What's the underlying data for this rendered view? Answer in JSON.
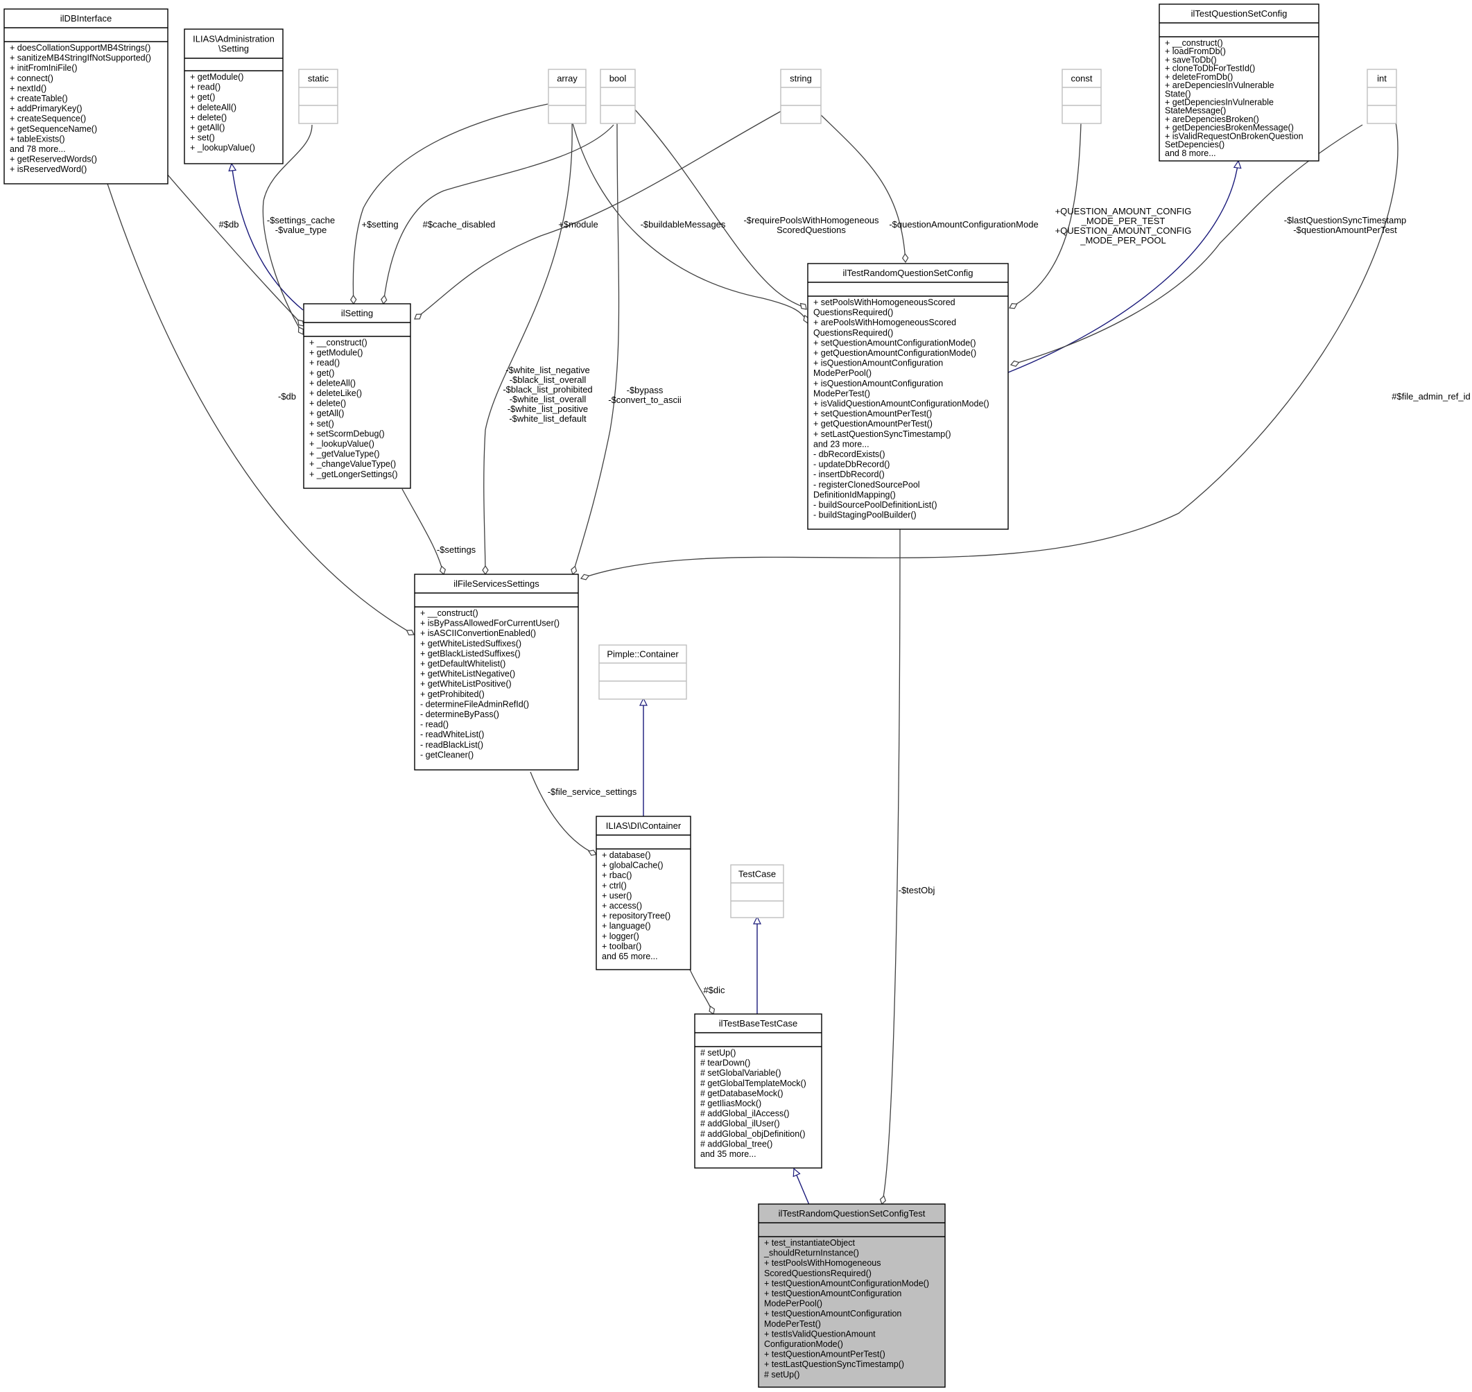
{
  "classes": {
    "ilDBInterface": {
      "title": [
        "ilDBInterface"
      ],
      "members": [
        "+ doesCollationSupportMB4Strings()",
        "+ sanitizeMB4StringIfNotSupported()",
        "+ initFromIniFile()",
        "+ connect()",
        "+ nextId()",
        "+ createTable()",
        "+ addPrimaryKey()",
        "+ createSequence()",
        "+ getSequenceName()",
        "+ tableExists()",
        "and 78 more...",
        "+ getReservedWords()",
        "+ isReservedWord()"
      ]
    },
    "ilias_setting": {
      "title": [
        "ILIAS\\Administration",
        "\\Setting"
      ],
      "members": [
        "+ getModule()",
        "+ read()",
        "+ get()",
        "+ deleteAll()",
        "+ delete()",
        "+ getAll()",
        "+ set()",
        "+ _lookupValue()"
      ]
    },
    "static": {
      "title": [
        "static"
      ],
      "members": []
    },
    "array": {
      "title": [
        "array"
      ],
      "members": []
    },
    "bool": {
      "title": [
        "bool"
      ],
      "members": []
    },
    "string": {
      "title": [
        "string"
      ],
      "members": []
    },
    "const": {
      "title": [
        "const"
      ],
      "members": []
    },
    "int": {
      "title": [
        "int"
      ],
      "members": []
    },
    "ilTestQuestionSetConfig": {
      "title": [
        "ilTestQuestionSetConfig"
      ],
      "members": [
        "+ __construct()",
        "+ loadFromDb()",
        "+ saveToDb()",
        "+ cloneToDbForTestId()",
        "+ deleteFromDb()",
        "+ areDepenciesInVulnerable",
        "State()",
        "+ getDepenciesInVulnerable",
        "StateMessage()",
        "+ areDepenciesBroken()",
        "+ getDepenciesBrokenMessage()",
        "+ isValidRequestOnBrokenQuestion",
        "SetDepencies()",
        "and 8 more..."
      ]
    },
    "ilSetting": {
      "title": [
        "ilSetting"
      ],
      "members": [
        "+ __construct()",
        "+ getModule()",
        "+ read()",
        "+ get()",
        "+ deleteAll()",
        "+ deleteLike()",
        "+ delete()",
        "+ getAll()",
        "+ set()",
        "+ setScormDebug()",
        "+ _lookupValue()",
        "+ _getValueType()",
        "+ _changeValueType()",
        "+ _getLongerSettings()"
      ]
    },
    "ilTestRandomQuestionSetConfig": {
      "title": [
        "ilTestRandomQuestionSetConfig"
      ],
      "members": [
        "+ setPoolsWithHomogeneousScored",
        "QuestionsRequired()",
        "+ arePoolsWithHomogeneousScored",
        "QuestionsRequired()",
        "+ setQuestionAmountConfigurationMode()",
        "+ getQuestionAmountConfigurationMode()",
        "+ isQuestionAmountConfiguration",
        "ModePerPool()",
        "+ isQuestionAmountConfiguration",
        "ModePerTest()",
        "+ isValidQuestionAmountConfigurationMode()",
        "+ setQuestionAmountPerTest()",
        "+ getQuestionAmountPerTest()",
        "+ setLastQuestionSyncTimestamp()",
        "and 23 more...",
        "- dbRecordExists()",
        "- updateDbRecord()",
        "- insertDbRecord()",
        "- registerClonedSourcePool",
        "DefinitionIdMapping()",
        "- buildSourcePoolDefinitionList()",
        "- buildStagingPoolBuilder()"
      ]
    },
    "ilFileServicesSettings": {
      "title": [
        "ilFileServicesSettings"
      ],
      "members": [
        "+ __construct()",
        "+ isByPassAllowedForCurrentUser()",
        "+ isASCIIConvertionEnabled()",
        "+ getWhiteListedSuffixes()",
        "+ getBlackListedSuffixes()",
        "+ getDefaultWhitelist()",
        "+ getWhiteListNegative()",
        "+ getWhiteListPositive()",
        "+ getProhibited()",
        "- determineFileAdminRefId()",
        "- determineByPass()",
        "- read()",
        "- readWhiteList()",
        "- readBlackList()",
        "- getCleaner()"
      ]
    },
    "pimple": {
      "title": [
        "Pimple::Container"
      ],
      "members": []
    },
    "ilias_di": {
      "title": [
        "ILIAS\\DI\\Container"
      ],
      "members": [
        "+ database()",
        "+ globalCache()",
        "+ rbac()",
        "+ ctrl()",
        "+ user()",
        "+ access()",
        "+ repositoryTree()",
        "+ language()",
        "+ logger()",
        "+ toolbar()",
        "and 65 more..."
      ]
    },
    "testcase": {
      "title": [
        "TestCase"
      ],
      "members": []
    },
    "ilTestBaseTestCase": {
      "title": [
        "ilTestBaseTestCase"
      ],
      "members": [
        "# setUp()",
        "# tearDown()",
        "# setGlobalVariable()",
        "# getGlobalTemplateMock()",
        "# getDatabaseMock()",
        "# getIliasMock()",
        "# addGlobal_ilAccess()",
        "# addGlobal_ilUser()",
        "# addGlobal_objDefinition()",
        "# addGlobal_tree()",
        "and 35 more..."
      ]
    },
    "focus": {
      "title": [
        "ilTestRandomQuestionSetConfigTest"
      ],
      "members": [
        "+ test_instantiateObject",
        "_shouldReturnInstance()",
        "+ testPoolsWithHomogeneous",
        "ScoredQuestionsRequired()",
        "+ testQuestionAmountConfigurationMode()",
        "+ testQuestionAmountConfiguration",
        "ModePerPool()",
        "+ testQuestionAmountConfiguration",
        "ModePerTest()",
        "+ testIsValidQuestionAmount",
        "ConfigurationMode()",
        "+ testQuestionAmountPerTest()",
        "+ testLastQuestionSyncTimestamp()",
        "# setUp()"
      ]
    }
  },
  "edge_labels": {
    "db_setting": [
      "#$db"
    ],
    "settings_cache": [
      "-$settings_cache",
      "-$value_type"
    ],
    "setting": [
      "+$setting"
    ],
    "cache_disabled": [
      "#$cache_disabled"
    ],
    "module": [
      "+$module"
    ],
    "buildable": [
      "-$buildableMessages"
    ],
    "require_pools": [
      "-$requirePoolsWithHomogeneous",
      "ScoredQuestions"
    ],
    "qa_mode": [
      "-$questionAmountConfigurationMode"
    ],
    "const_labels": [
      "+QUESTION_AMOUNT_CONFIG",
      "_MODE_PER_TEST",
      "+QUESTION_AMOUNT_CONFIG",
      "_MODE_PER_POOL"
    ],
    "last_sync": [
      "-$lastQuestionSyncTimestamp",
      "-$questionAmountPerTest"
    ],
    "file_admin": [
      "#$file_admin_ref_id"
    ],
    "db_file": [
      "-$db"
    ],
    "lists": [
      "-$white_list_negative",
      "-$black_list_overall",
      "-$black_list_prohibited",
      "-$white_list_overall",
      "-$white_list_positive",
      "-$white_list_default"
    ],
    "bypass": [
      "-$bypass",
      "-$convert_to_ascii"
    ],
    "settings": [
      "-$settings"
    ],
    "file_service_settings": [
      "-$file_service_settings"
    ],
    "test_obj": [
      "-$testObj"
    ],
    "dic": [
      "#$dic"
    ]
  }
}
